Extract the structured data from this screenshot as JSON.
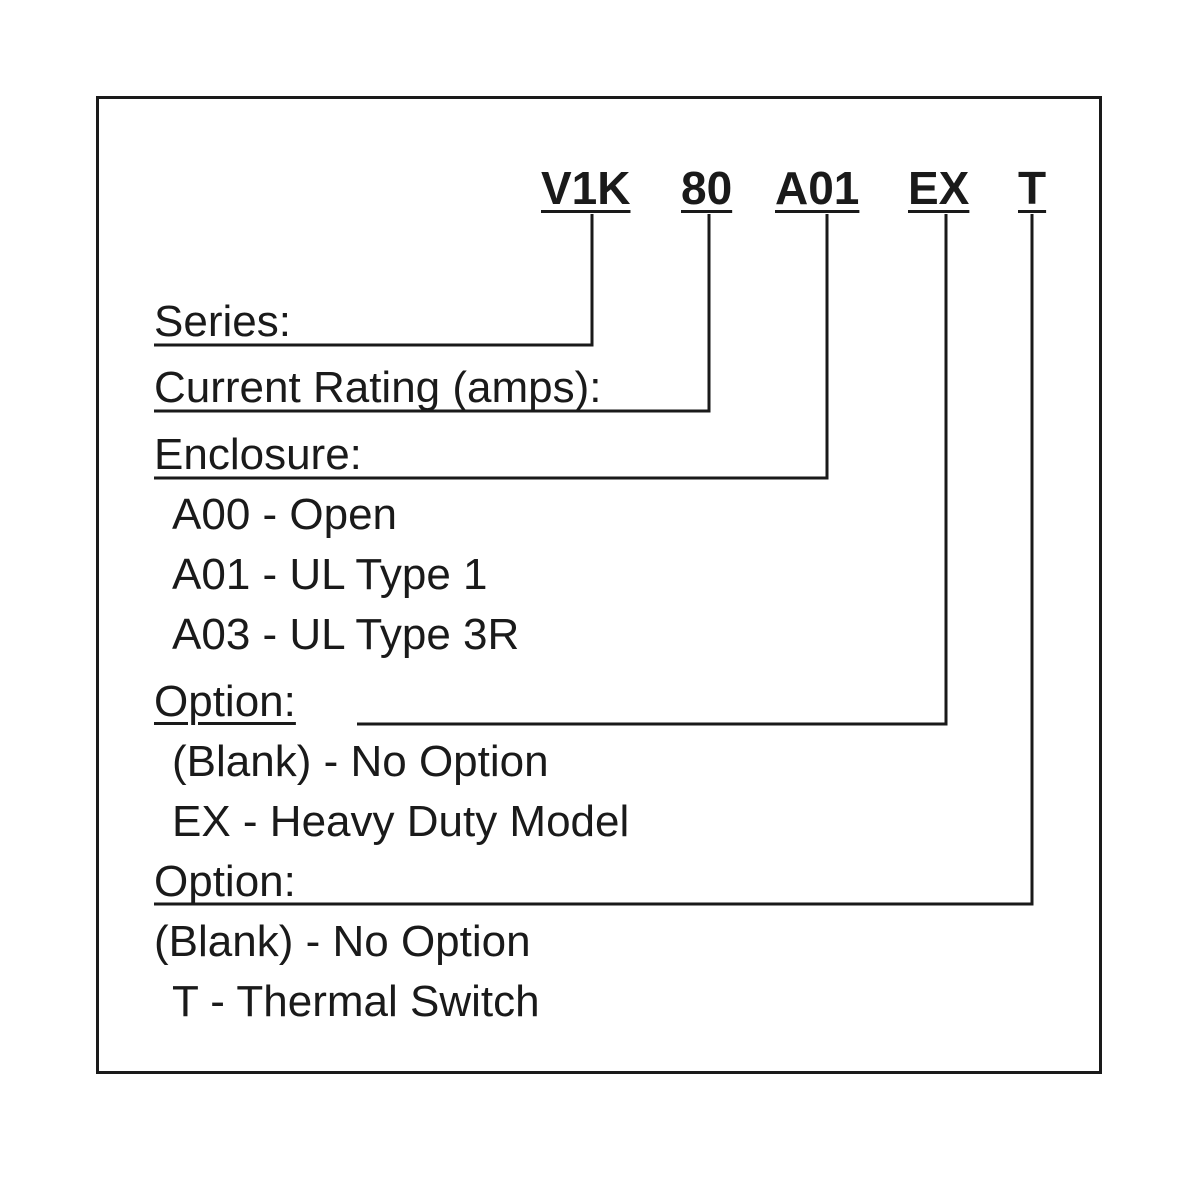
{
  "model_code": {
    "segments": [
      "V1K",
      "80",
      "A01",
      "EX",
      "T"
    ]
  },
  "sections": {
    "series": {
      "label": "Series:"
    },
    "current_rating": {
      "label": "Current Rating (amps):"
    },
    "enclosure": {
      "label": "Enclosure:",
      "options": [
        "A00 - Open",
        "A01 - UL Type 1",
        "A03 - UL Type 3R"
      ]
    },
    "option1": {
      "label": "Option:",
      "options": [
        "(Blank) - No Option",
        "EX - Heavy Duty Model"
      ]
    },
    "option2": {
      "label": "Option:",
      "options": [
        "(Blank) - No Option",
        "T - Thermal Switch"
      ]
    }
  },
  "colors": {
    "ink": "#1a1a1a",
    "background": "#ffffff"
  }
}
